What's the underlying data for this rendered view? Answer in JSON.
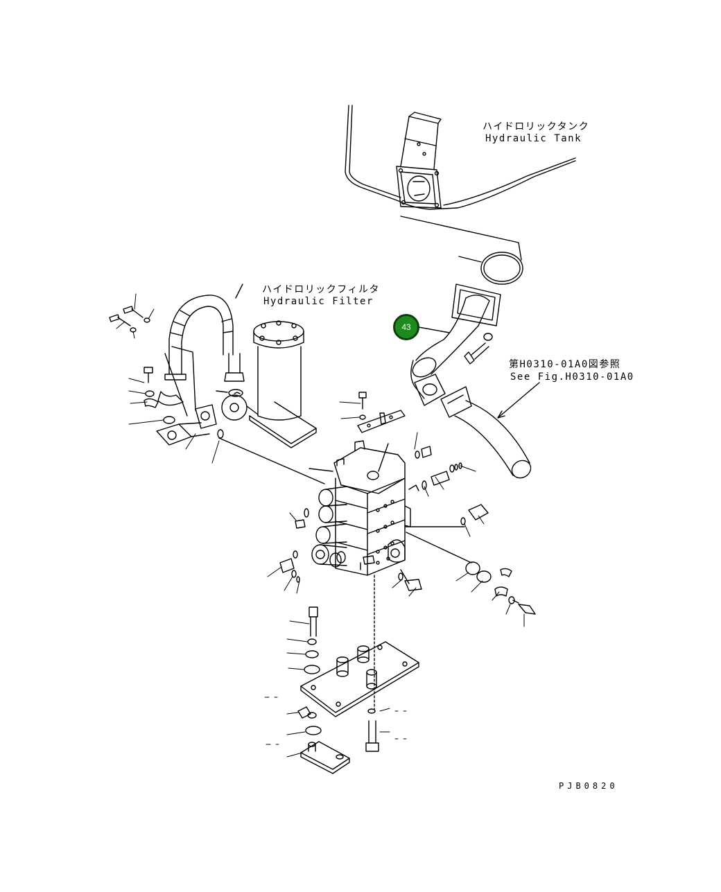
{
  "labels": {
    "tank_jp": "ハイドロリックタンク",
    "tank_en": "Hydraulic Tank",
    "filter_jp": "ハイドロリックフィルタ",
    "filter_en": "Hydraulic Filter",
    "ref_jp": "第H0310-01A0図参照",
    "ref_en": "See Fig.H0310-01A0",
    "figure_code": "PJB0820"
  },
  "callouts": [
    {
      "number": "43",
      "color": "#1e8a1e"
    }
  ],
  "colors": {
    "line": "#000000",
    "background": "#ffffff",
    "callout": "#1e8a1e"
  }
}
